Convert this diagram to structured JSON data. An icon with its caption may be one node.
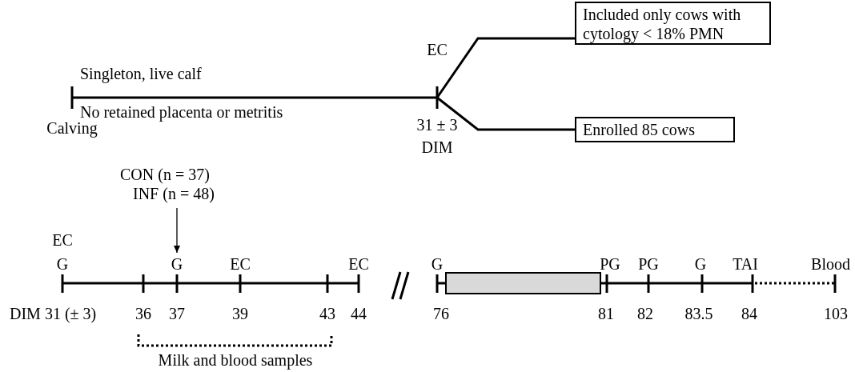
{
  "diagram": {
    "nodes": [
      {
        "text": [
          "EC"
        ],
        "beside": [
          "31 ± 3 DIM"
        ]
      },
      {
        "text": [
          "Included only cows with cytology < 18% PMN"
        ]
      },
      {
        "text": [
          "Enrolled 85 cows"
        ]
      },
      {
        "text": [
          "CON (n = 37)",
          "INF (n = 48)"
        ]
      },
      {
        "text": [
          "G"
        ]
      },
      {
        "text": [],
        "shape": "box"
      }
    ],
    "edges": [
      {
        "from": 0,
        "to": 1,
        "arrow": "none"
      },
      {
        "from": 0,
        "to": 2,
        "arrow": "none"
      },
      {
        "from": 3,
        "to": 4,
        "arrow": "to"
      }
    ],
    "labels": [
      "Singleton, live calf",
      "No retained placenta or metritis",
      "Calving",
      "EC",
      "G",
      "EC",
      "EC",
      "G",
      "PG",
      "PG",
      "G",
      "TAI",
      "Blood",
      "DIM 31 (± 3)",
      "36",
      "37",
      "39",
      "43",
      "44",
      "76",
      "81",
      "82",
      "83.5",
      "84",
      "103",
      "Milk and blood samples"
    ]
  }
}
